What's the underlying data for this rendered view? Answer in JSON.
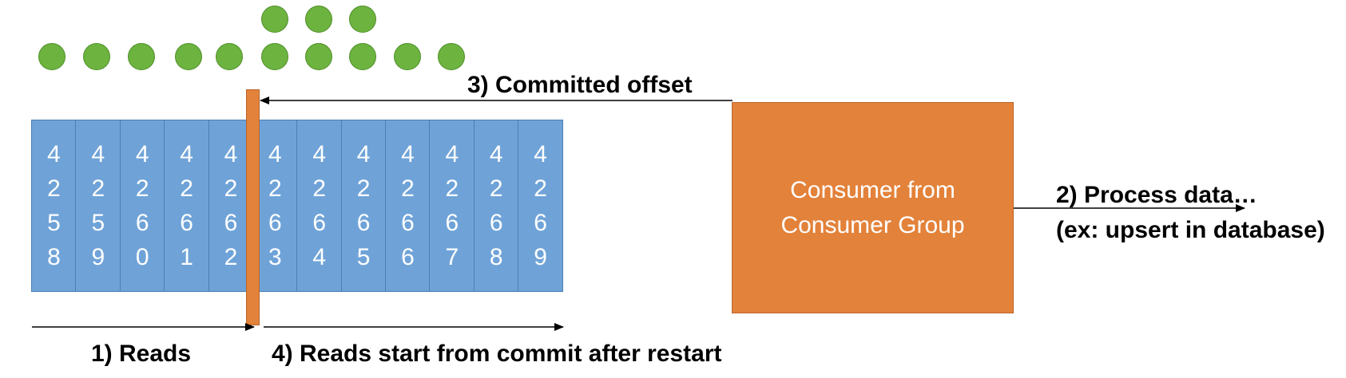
{
  "offset_labels": [
    "4258",
    "4259",
    "4260",
    "4261",
    "4262",
    "4263",
    "4264",
    "4265",
    "4266",
    "4267",
    "4268",
    "4269"
  ],
  "dot_stacks": [
    1,
    1,
    1,
    1,
    1,
    2,
    2,
    2,
    1,
    1
  ],
  "consumer_box_label": "Consumer from\nConsumer Group",
  "labels": {
    "reads": "1) Reads",
    "process": "2) Process data…\n(ex: upsert in database)",
    "committed_offset": "3) Committed offset",
    "restart": "4) Reads start from commit after restart"
  },
  "colors": {
    "dot": "#6DB33F",
    "offset_cell": "#6FA3D8",
    "consumer_box": "#E3823A",
    "commit_marker": "#E3823A"
  }
}
